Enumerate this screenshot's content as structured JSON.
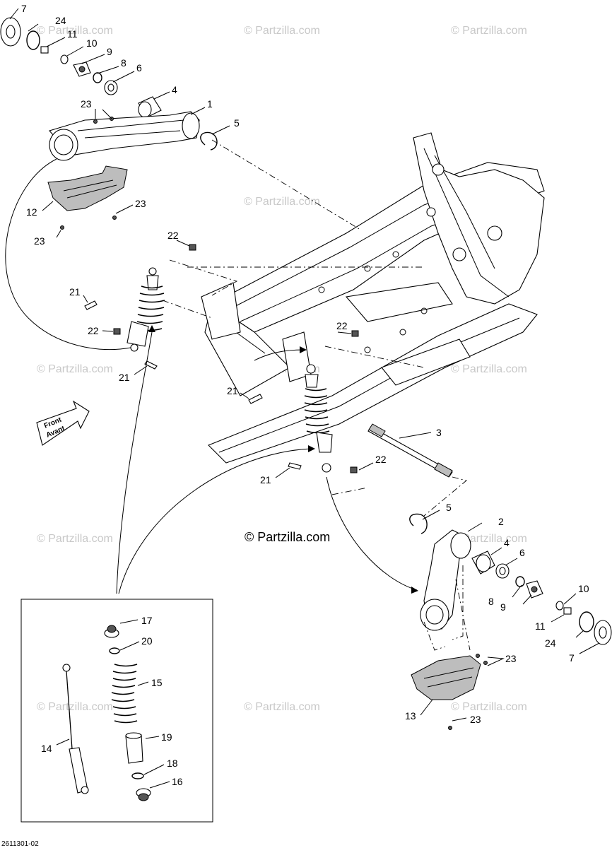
{
  "watermark_text": "© Partzilla.com",
  "main_watermark_text": "© Partzilla.com",
  "figure_ref": "2611301-02",
  "front_arrow": {
    "line1": "Front",
    "line2": "Avant"
  },
  "callouts": {
    "c7_top": "7",
    "c24_top": "24",
    "c11_top": "11",
    "c10_top": "10",
    "c9_top": "9",
    "c8_top": "8",
    "c6_top": "6",
    "c4_top": "4",
    "c1": "1",
    "c5_top": "5",
    "c23_top": "23",
    "c12": "12",
    "c23_guard_a": "23",
    "c23_guard_b": "23",
    "c22_a": "22",
    "c21_a": "21",
    "c22_b": "22",
    "c21_b": "21",
    "c22_c": "22",
    "c21_c": "21",
    "c21_d": "21",
    "c22_d": "22",
    "c3": "3",
    "c5_bot": "5",
    "c2": "2",
    "c4_bot": "4",
    "c6_bot": "6",
    "c10_bot": "10",
    "c8_bot": "8",
    "c9_bot": "9",
    "c11_bot": "11",
    "c24_bot": "24",
    "c7_bot": "7",
    "c23_bot_a": "23",
    "c13": "13",
    "c23_bot_b": "23",
    "c17": "17",
    "c20": "20",
    "c15": "15",
    "c14": "14",
    "c19": "19",
    "c18": "18",
    "c16": "16"
  }
}
